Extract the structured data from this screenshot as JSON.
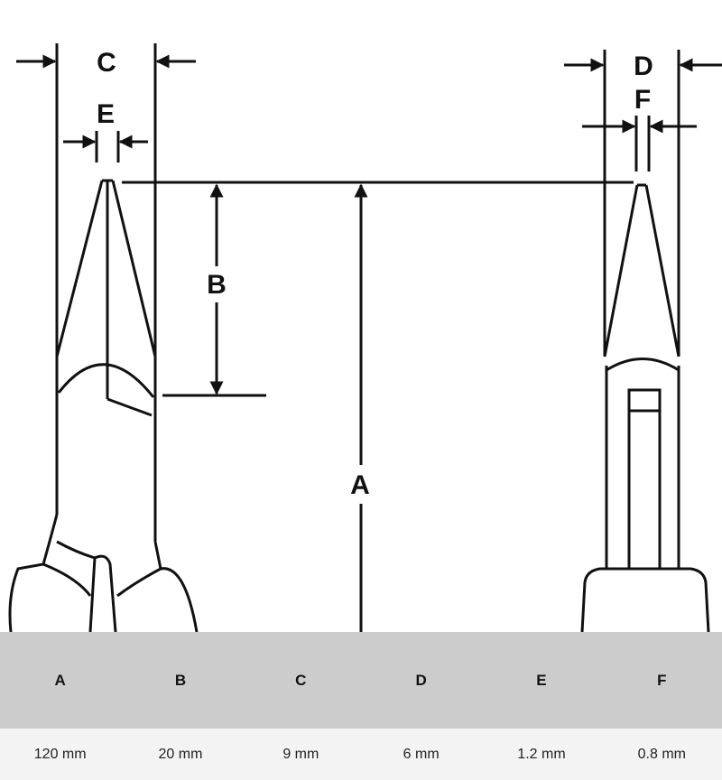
{
  "diagram": {
    "labels": {
      "A": "A",
      "B": "B",
      "C": "C",
      "D": "D",
      "E": "E",
      "F": "F"
    }
  },
  "table": {
    "headers": [
      "A",
      "B",
      "C",
      "D",
      "E",
      "F"
    ],
    "values": [
      "120 mm",
      "20 mm",
      "9 mm",
      "6 mm",
      "1.2 mm",
      "0.8 mm"
    ]
  }
}
